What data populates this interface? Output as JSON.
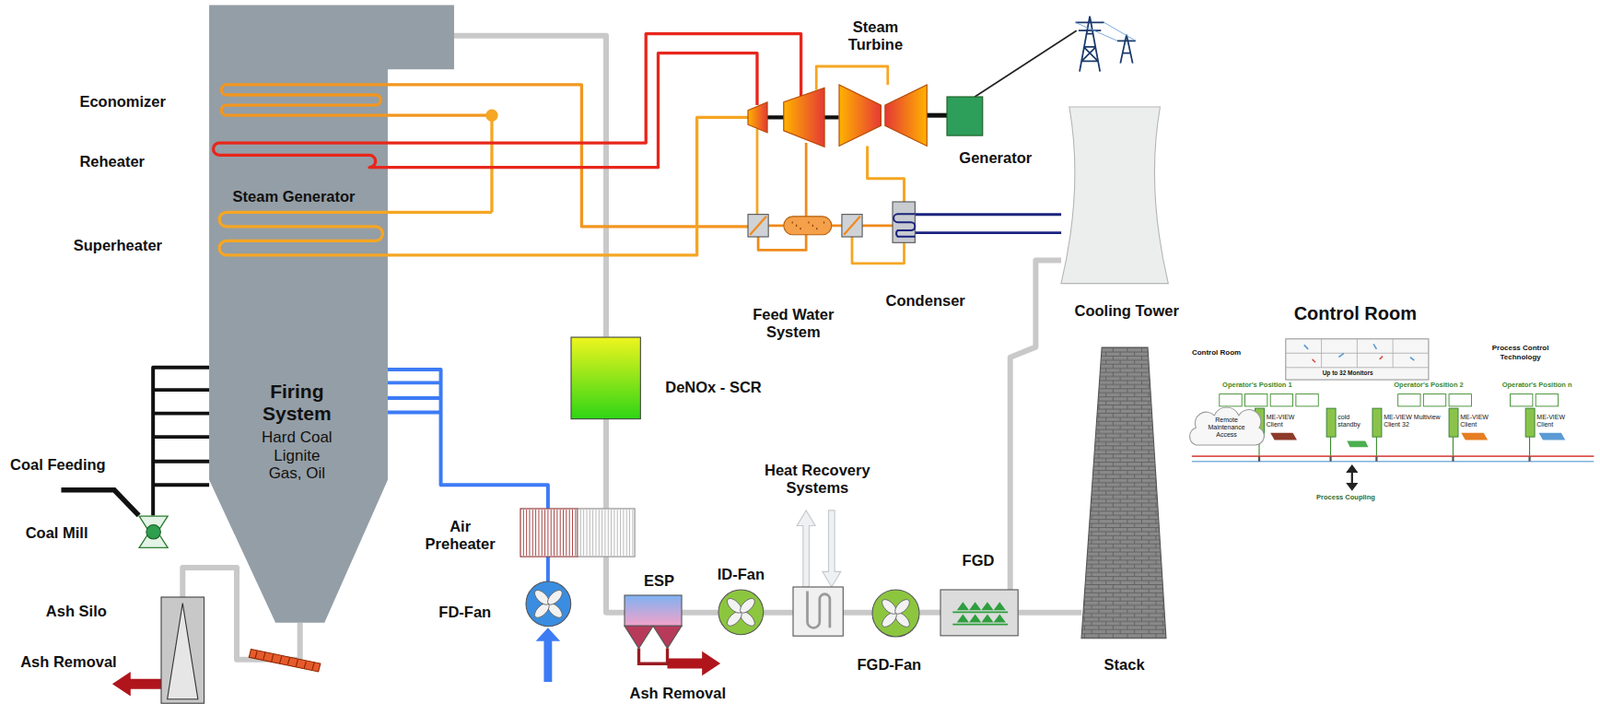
{
  "diagram": {
    "nodes": [
      {
        "text": [
          "Steam Generator",
          "Firing System",
          "Hard Coal Lignite Gas, Oil"
        ]
      },
      {
        "text": [
          "Coal Mill"
        ]
      },
      {
        "text": [
          "Ash Silo"
        ]
      },
      {
        "text": [
          "Air Preheater"
        ]
      },
      {
        "text": [
          "FD-Fan"
        ]
      },
      {
        "text": [
          "DeNOx - SCR"
        ]
      },
      {
        "text": [
          "ESP"
        ]
      },
      {
        "text": [
          "ID-Fan"
        ]
      },
      {
        "text": [
          "Heat Recovery Systems"
        ]
      },
      {
        "text": [
          "FGD-Fan"
        ]
      },
      {
        "text": [
          "FGD"
        ]
      },
      {
        "text": [
          "Stack"
        ]
      },
      {
        "text": [
          "Cooling Tower"
        ]
      },
      {
        "text": [
          "Steam Turbine"
        ]
      },
      {
        "text": [
          "Generator"
        ]
      },
      {
        "text": [
          "Condenser"
        ]
      }
    ],
    "edges": [
      {
        "from": 0,
        "to": 5,
        "arrow": "none"
      },
      {
        "from": 5,
        "to": 3,
        "arrow": "none"
      },
      {
        "from": 3,
        "to": 6,
        "arrow": "none"
      },
      {
        "from": 6,
        "to": 7,
        "arrow": "none"
      },
      {
        "from": 7,
        "to": 8,
        "arrow": "none"
      },
      {
        "from": 8,
        "to": 9,
        "arrow": "none"
      },
      {
        "from": 9,
        "to": 10,
        "arrow": "none"
      },
      {
        "from": 10,
        "to": 11,
        "arrow": "none"
      },
      {
        "from": 10,
        "to": 12,
        "arrow": "none"
      },
      {
        "from": 4,
        "to": 3,
        "arrow": "none"
      },
      {
        "from": 3,
        "to": 0,
        "arrow": "none"
      },
      {
        "from": 1,
        "to": 0,
        "arrow": "none"
      },
      {
        "from": 0,
        "to": 2,
        "arrow": "none"
      },
      {
        "from": 13,
        "to": 14,
        "arrow": "none"
      },
      {
        "from": 13,
        "to": 15,
        "arrow": "none"
      },
      {
        "from": 15,
        "to": 12,
        "arrow": "none"
      }
    ],
    "labels": [
      "Economizer",
      "Reheater",
      "Superheater",
      "Coal Feeding",
      "Ash Removal",
      "Feed Water System",
      "Ash Removal",
      "Control Room",
      "Control Room",
      "Process Control Technology",
      "Up to 32 Monitors",
      "Operator's Position 1",
      "Operator's Position 2",
      "Operator's Position n",
      "Remote Maintenance Access",
      "ME-VIEW Client",
      "cold standby",
      "ME-VIEW Multiview Client 32",
      "ME-VIEW Client",
      "ME-VIEW Client",
      "Process Coupling"
    ]
  }
}
